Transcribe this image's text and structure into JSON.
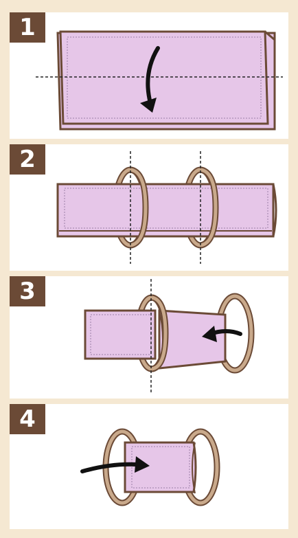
{
  "steps": [
    {
      "number": "1"
    },
    {
      "number": "2"
    },
    {
      "number": "3"
    },
    {
      "number": "4"
    }
  ],
  "colors": {
    "background": "#f5e8d2",
    "panel": "#ffffff",
    "badge": "#6b4a36",
    "cloth_fill": "#e6c6e8",
    "outline": "#6b4a36",
    "ring_fill": "#c9a98b",
    "arrow": "#111111"
  },
  "icons": [
    "fold-down-arrow-icon",
    "fold-left-arrow-icon",
    "fold-right-arrow-icon"
  ]
}
